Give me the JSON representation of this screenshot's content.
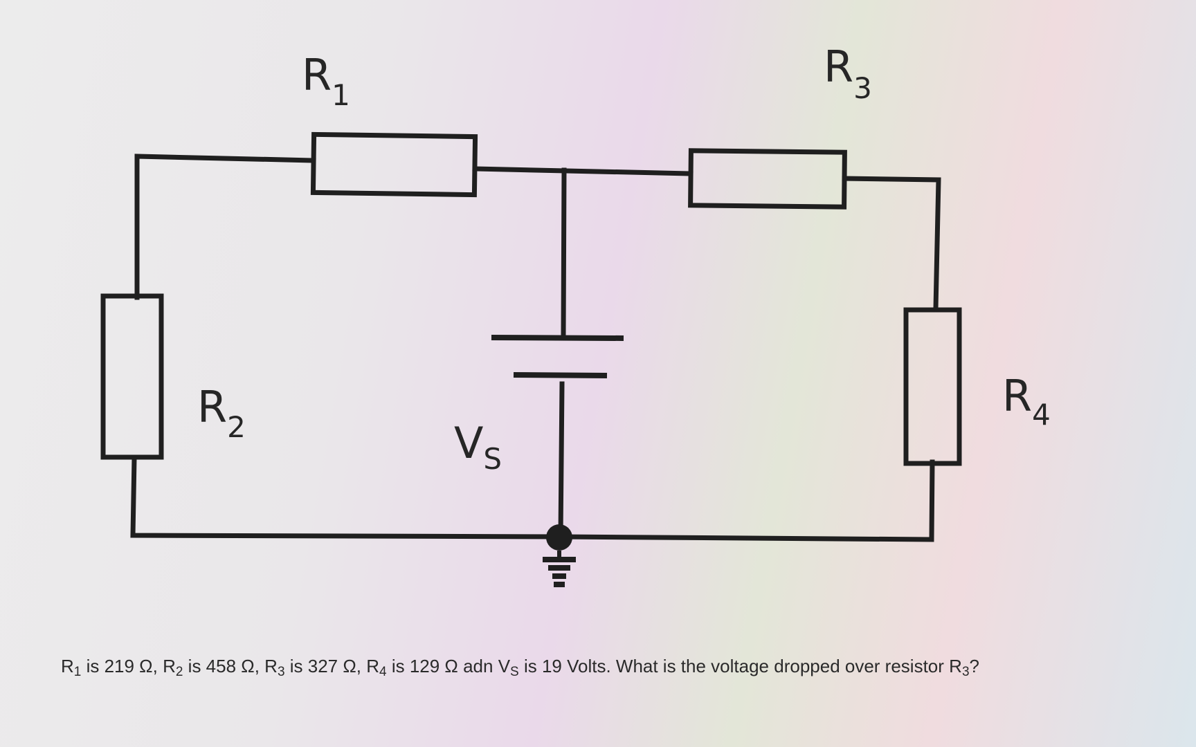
{
  "labels": {
    "r1": {
      "main": "R",
      "sub": "1"
    },
    "r2": {
      "main": "R",
      "sub": "2"
    },
    "r3": {
      "main": "R",
      "sub": "3"
    },
    "r4": {
      "main": "R",
      "sub": "4"
    },
    "vs": {
      "main": "V",
      "sub": "S"
    }
  },
  "question": {
    "r1": "R",
    "r1_sub": "1",
    "t1": " is 219 Ω, ",
    "r2": "R",
    "r2_sub": "2",
    "t2": " is 458 Ω, ",
    "r3": "R",
    "r3_sub": "3",
    "t3": " is 327 Ω, ",
    "r4": "R",
    "r4_sub": "4",
    "t4": " is 129 Ω adn ",
    "vs": "V",
    "vs_sub": "S",
    "t5": " is 19 Volts. What is the voltage dropped over resistor ",
    "r3b": "R",
    "r3b_sub": "3",
    "t6": "?"
  }
}
